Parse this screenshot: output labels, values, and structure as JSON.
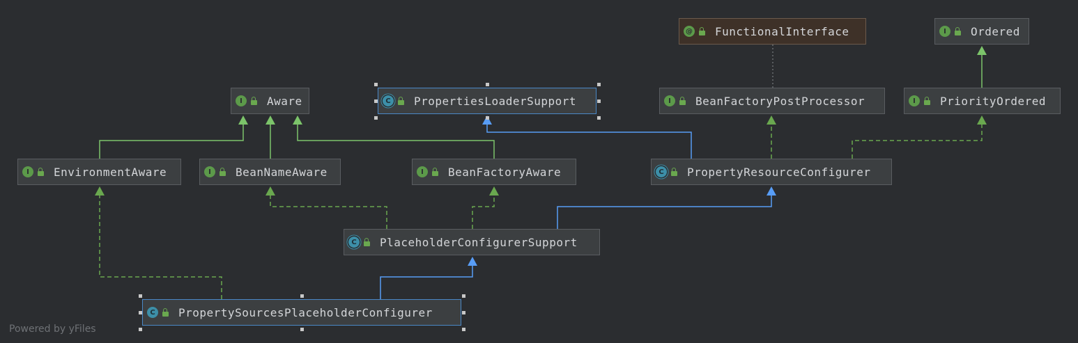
{
  "colors": {
    "background": "#2b2d30",
    "implements_edge": "#6aa84f",
    "extends_edge": "#589df6",
    "interface_extends_edge": "#7cc46a",
    "annotation_edge": "#8a8d90"
  },
  "nodes": [
    {
      "id": "FunctionalInterface",
      "label": "FunctionalInterface",
      "kind": "annotation",
      "icon": "annotation-icon",
      "badge": "@"
    },
    {
      "id": "Ordered",
      "label": "Ordered",
      "kind": "interface",
      "icon": "interface-icon",
      "badge": "I"
    },
    {
      "id": "Aware",
      "label": "Aware",
      "kind": "interface",
      "icon": "interface-icon",
      "badge": "I"
    },
    {
      "id": "PropertiesLoaderSupport",
      "label": "PropertiesLoaderSupport",
      "kind": "abstract-class",
      "icon": "abstract-class-icon",
      "badge": "C",
      "selected": true
    },
    {
      "id": "BeanFactoryPostProcessor",
      "label": "BeanFactoryPostProcessor",
      "kind": "interface",
      "icon": "interface-icon",
      "badge": "I"
    },
    {
      "id": "PriorityOrdered",
      "label": "PriorityOrdered",
      "kind": "interface",
      "icon": "interface-icon",
      "badge": "I"
    },
    {
      "id": "EnvironmentAware",
      "label": "EnvironmentAware",
      "kind": "interface",
      "icon": "interface-icon",
      "badge": "I"
    },
    {
      "id": "BeanNameAware",
      "label": "BeanNameAware",
      "kind": "interface",
      "icon": "interface-icon",
      "badge": "I"
    },
    {
      "id": "BeanFactoryAware",
      "label": "BeanFactoryAware",
      "kind": "interface",
      "icon": "interface-icon",
      "badge": "I"
    },
    {
      "id": "PropertyResourceConfigurer",
      "label": "PropertyResourceConfigurer",
      "kind": "abstract-class",
      "icon": "abstract-class-icon",
      "badge": "C"
    },
    {
      "id": "PlaceholderConfigurerSupport",
      "label": "PlaceholderConfigurerSupport",
      "kind": "abstract-class",
      "icon": "abstract-class-icon",
      "badge": "C"
    },
    {
      "id": "PropertySourcesPlaceholderConfigurer",
      "label": "PropertySourcesPlaceholderConfigurer",
      "kind": "class",
      "icon": "class-icon",
      "badge": "C",
      "selected": true
    }
  ],
  "edges": [
    {
      "from": "BeanFactoryPostProcessor",
      "to": "FunctionalInterface",
      "type": "annotation"
    },
    {
      "from": "PriorityOrdered",
      "to": "Ordered",
      "type": "interface-extends"
    },
    {
      "from": "EnvironmentAware",
      "to": "Aware",
      "type": "interface-extends"
    },
    {
      "from": "BeanNameAware",
      "to": "Aware",
      "type": "interface-extends"
    },
    {
      "from": "BeanFactoryAware",
      "to": "Aware",
      "type": "interface-extends"
    },
    {
      "from": "PropertyResourceConfigurer",
      "to": "PropertiesLoaderSupport",
      "type": "extends"
    },
    {
      "from": "PropertyResourceConfigurer",
      "to": "BeanFactoryPostProcessor",
      "type": "implements"
    },
    {
      "from": "PropertyResourceConfigurer",
      "to": "PriorityOrdered",
      "type": "implements"
    },
    {
      "from": "PlaceholderConfigurerSupport",
      "to": "PropertyResourceConfigurer",
      "type": "extends"
    },
    {
      "from": "PlaceholderConfigurerSupport",
      "to": "BeanNameAware",
      "type": "implements"
    },
    {
      "from": "PlaceholderConfigurerSupport",
      "to": "BeanFactoryAware",
      "type": "implements"
    },
    {
      "from": "PropertySourcesPlaceholderConfigurer",
      "to": "PlaceholderConfigurerSupport",
      "type": "extends"
    },
    {
      "from": "PropertySourcesPlaceholderConfigurer",
      "to": "EnvironmentAware",
      "type": "implements"
    }
  ],
  "footer": "Powered by yFiles"
}
